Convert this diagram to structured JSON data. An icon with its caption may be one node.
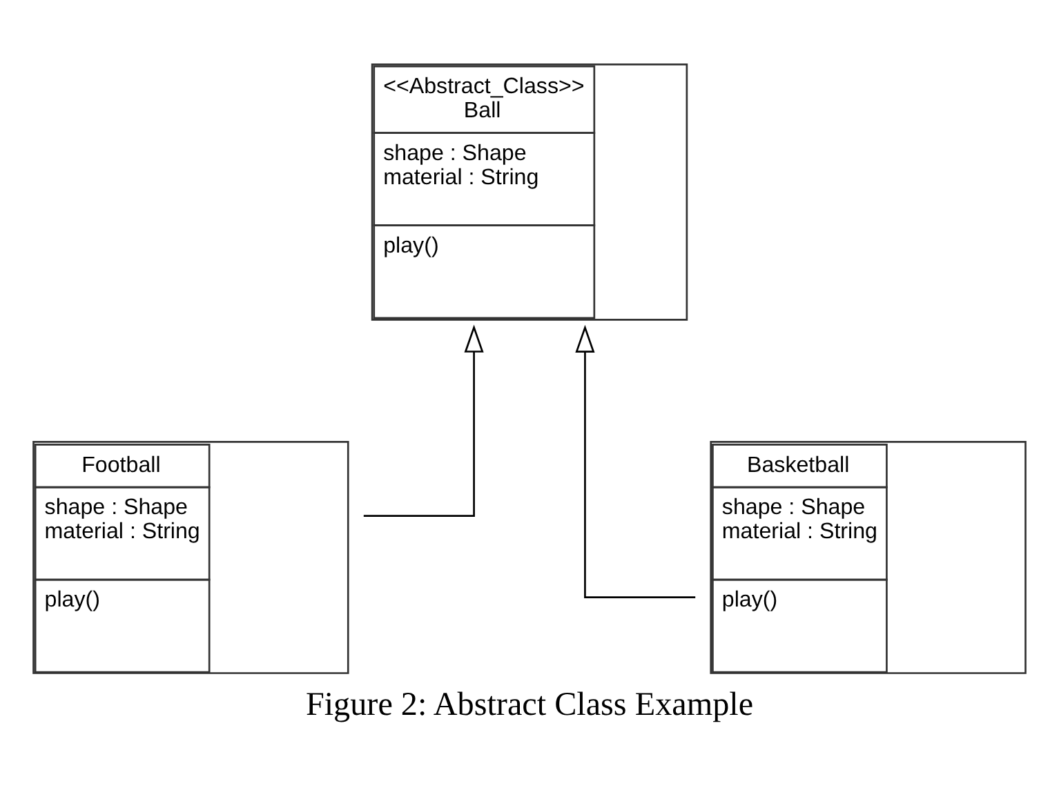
{
  "diagram": {
    "caption": "Figure 2: Abstract Class Example",
    "nodes": [
      {
        "text": [
          "<<Abstract_Class>>",
          "Ball",
          "shape : Shape",
          "material : String",
          "play()"
        ]
      },
      {
        "text": [
          "Football",
          "shape : Shape",
          "material : String",
          "play()"
        ]
      },
      {
        "text": [
          "Basketball",
          "shape : Shape",
          "material : String",
          "play()"
        ]
      }
    ],
    "edges": [
      {
        "from": 1,
        "to": 0,
        "arrow": "to"
      },
      {
        "from": 2,
        "to": 0,
        "arrow": "to"
      }
    ]
  }
}
